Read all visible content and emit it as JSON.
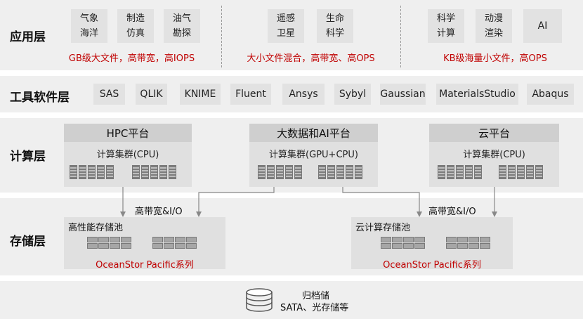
{
  "layers": {
    "application": "应用层",
    "tools": "工具软件层",
    "compute": "计算层",
    "storage": "存储层"
  },
  "apps": {
    "group1": [
      "气象\n海洋",
      "制造\n仿真",
      "油气\n勘探"
    ],
    "group2": [
      "遥感\n卫星",
      "生命\n科学"
    ],
    "group3": [
      "科学\n计算",
      "动漫\n渲染",
      "AI"
    ],
    "desc1": "GB级大文件，高带宽，高IOPS",
    "desc2": "大小文件混合，高带宽、高OPS",
    "desc3": "KB级海量小文件，高OPS"
  },
  "tools": [
    "SAS",
    "QLIK",
    "KNIME",
    "Fluent",
    "Ansys",
    "Sybyl",
    "Gaussian",
    "MaterialsStudio",
    "Abaqus"
  ],
  "platforms": [
    {
      "title": "HPC平台",
      "cluster": "计算集群(CPU)"
    },
    {
      "title": "大数据和AI平台",
      "cluster": "计算集群(GPU+CPU)"
    },
    {
      "title": "云平台",
      "cluster": "计算集群(CPU)"
    }
  ],
  "bandwidth": [
    "高带宽&I/O",
    "高带宽&I/O"
  ],
  "pools": [
    {
      "title": "高性能存储池",
      "product": "OceanStor Pacific系列"
    },
    {
      "title": "云计算存储池",
      "product": "OceanStor Pacific系列"
    }
  ],
  "archive": {
    "title": "归档储",
    "subtitle": "SATA、光存储等",
    "icon": "database-icon"
  },
  "colors": {
    "band": "#efefef",
    "box": "#e2e2e2",
    "accent_red": "#c00000"
  }
}
